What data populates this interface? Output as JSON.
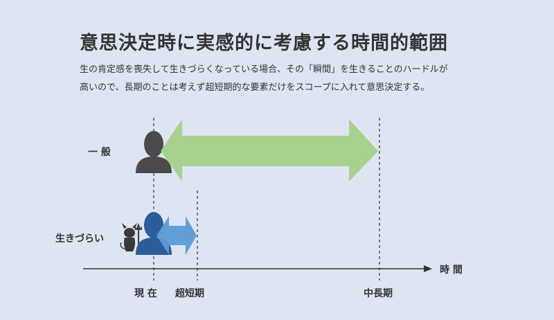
{
  "title": "意思決定時に実感的に考慮する時間的範囲",
  "description_lines": [
    "生の肯定感を喪失して生きづらくなっている場合、その「瞬間」を生きることのハードルが",
    "高いので、長期のことは考えず超短期的な要素だけをスコープに入れて意思決定する。"
  ],
  "rows": {
    "general": {
      "label": "一 般"
    },
    "hard": {
      "label": "生きづらい"
    }
  },
  "axis": {
    "label": "時 間",
    "ticks": {
      "now": "現 在",
      "very_short": "超短期",
      "mid_long": "中長期"
    }
  },
  "colors": {
    "general_arrow": "#a9d18e",
    "hard_arrow": "#5b9bd5",
    "general_person": "#4a4a4a",
    "hard_person": "#2e5b9a",
    "background": "#dde5f3"
  }
}
